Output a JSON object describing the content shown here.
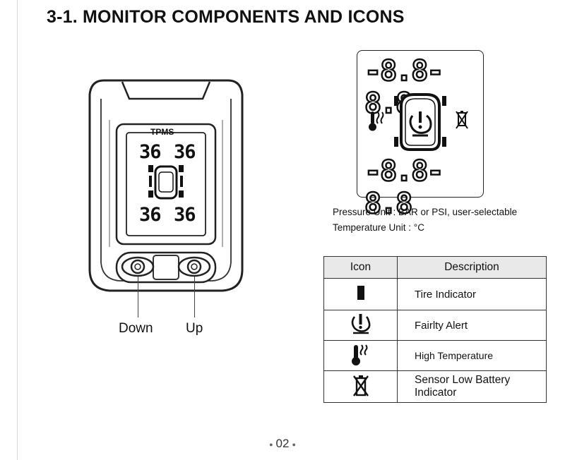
{
  "title": "3-1. MONITOR COMPONENTS AND ICONS",
  "device": {
    "label": "TPMS",
    "readings": {
      "front_left": "36",
      "front_right": "36",
      "rear_left": "36",
      "rear_right": "36"
    },
    "buttons": {
      "down": "Down",
      "up": "Up"
    }
  },
  "display": {
    "top_segment": "-8.8-8.8",
    "bottom_segment": "-8.8-8.8"
  },
  "units": {
    "pressure": "Pressure Unit : BAR or PSI, user-selectable",
    "temperature": "Temperature Unit : °C"
  },
  "table": {
    "headers": {
      "icon": "Icon",
      "description": "Description"
    },
    "rows": [
      {
        "icon": "tire-indicator-icon",
        "description": "Tire Indicator"
      },
      {
        "icon": "fault-alert-icon",
        "description": "Fairlty Alert"
      },
      {
        "icon": "high-temperature-icon",
        "description": "High Temperature"
      },
      {
        "icon": "low-battery-icon",
        "description": "Sensor Low Battery Indicator",
        "description_line1": "Sensor Low Battery",
        "description_line2": "Indicator"
      }
    ]
  },
  "page_number": "02"
}
